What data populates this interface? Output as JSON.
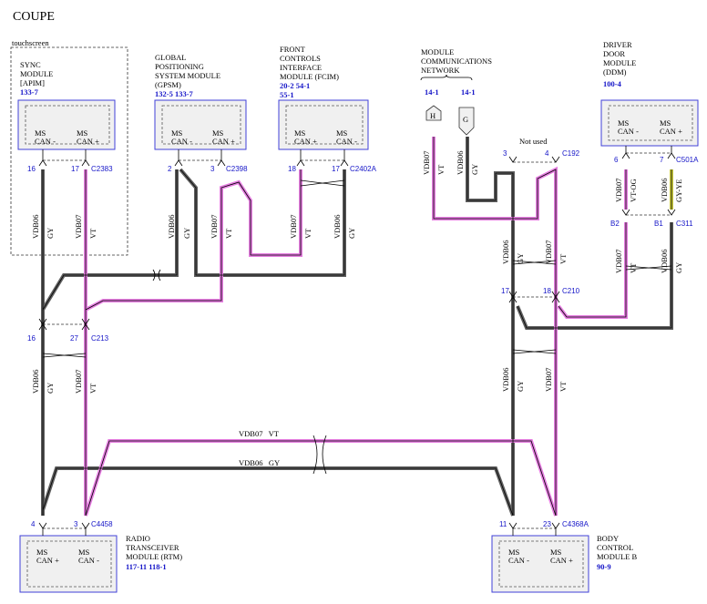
{
  "title": "COUPE",
  "touchscreen_label": "touchscreen",
  "modules": {
    "apim": {
      "name": [
        "SYNC",
        "MODULE",
        "[APIM]"
      ],
      "refs": "133-7",
      "pins": [
        [
          "MS",
          "CAN -"
        ],
        [
          "MS",
          "CAN +"
        ]
      ]
    },
    "gpsm": {
      "name": [
        "GLOBAL",
        "POSITIONING",
        "SYSTEM MODULE",
        "(GPSM)"
      ],
      "refs": "132-5  133-7",
      "pins": [
        [
          "MS",
          "CAN -"
        ],
        [
          "MS",
          "CAN +"
        ]
      ]
    },
    "fcim": {
      "name": [
        "FRONT",
        "CONTROLS",
        "INTERFACE",
        "MODULE (FCIM)"
      ],
      "refs": [
        "20-2  54-1",
        "55-1"
      ],
      "pins": [
        [
          "MS",
          "CAN +"
        ],
        [
          "MS",
          "CAN -"
        ]
      ]
    },
    "mcn": {
      "name": [
        "MODULE",
        "COMMUNICATIONS",
        "NETWORK"
      ],
      "refs": [
        "14-1",
        "14-1"
      ],
      "h": "H",
      "g": "G"
    },
    "ddm": {
      "name": [
        "DRIVER",
        "DOOR",
        "MODULE",
        "(DDM)"
      ],
      "refs": "100-4",
      "pins": [
        [
          "MS",
          "CAN -"
        ],
        [
          "MS",
          "CAN +"
        ]
      ]
    },
    "rtm": {
      "name": [
        "RADIO",
        "TRANSCEIVER",
        "MODULE (RTM)"
      ],
      "refs": "117-11  118-1",
      "pins": [
        [
          "MS",
          "CAN +"
        ],
        [
          "MS",
          "CAN -"
        ]
      ]
    },
    "bcm": {
      "name": [
        "BODY",
        "CONTROL",
        "MODULE B"
      ],
      "refs": "90-9",
      "pins": [
        [
          "MS",
          "CAN -"
        ],
        [
          "MS",
          "CAN +"
        ]
      ]
    }
  },
  "connectors": {
    "c2383": {
      "pins": [
        "16",
        "17"
      ],
      "name": "C2383"
    },
    "c2398": {
      "pins": [
        "2",
        "3"
      ],
      "name": "C2398"
    },
    "c2402a": {
      "pins": [
        "18",
        "17"
      ],
      "name": "C2402A"
    },
    "c192": {
      "pins": [
        "3",
        "4"
      ],
      "name": "C192",
      "note": "Not used"
    },
    "c501a": {
      "pins": [
        "6",
        "7"
      ],
      "name": "C501A"
    },
    "c311": {
      "pins": [
        "B2",
        "B1"
      ],
      "name": "C311"
    },
    "c213": {
      "pins": [
        "16",
        "27"
      ],
      "name": "C213"
    },
    "c210": {
      "pins": [
        "17",
        "18"
      ],
      "name": "C210"
    },
    "c4458": {
      "pins": [
        "4",
        "3"
      ],
      "name": "C4458"
    },
    "c4368a": {
      "pins": [
        "11",
        "23"
      ],
      "name": "C4368A"
    }
  },
  "wires": {
    "vdb06": "VDB06",
    "vdb07": "VDB07",
    "gy": "GY",
    "vt": "VT",
    "vt_og": "VT-OG",
    "gy_ye": "GY-YE",
    "h_vdb07_vt": "VDB07   VT",
    "h_vdb06_gy": "VDB06   GY"
  },
  "colors": {
    "gy": "#5e5e5e",
    "vt": "#e57de0",
    "ye": "#c9c93c",
    "ref": "#1515c8"
  }
}
